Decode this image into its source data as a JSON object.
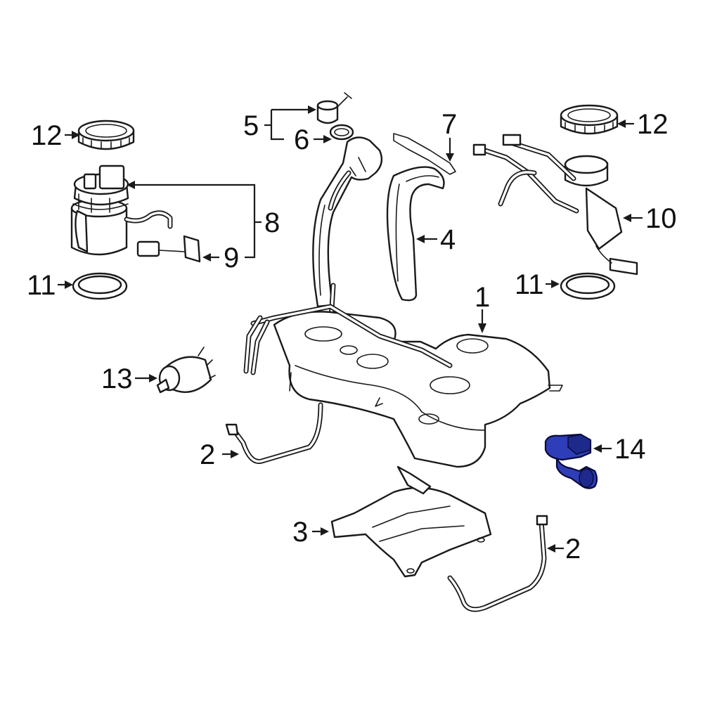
{
  "diagram": {
    "highlight_color": "#2e3db8",
    "line_color": "#1a1a1a",
    "callouts": [
      {
        "id": "c1",
        "label": "1"
      },
      {
        "id": "c2a",
        "label": "2"
      },
      {
        "id": "c2b",
        "label": "2"
      },
      {
        "id": "c3",
        "label": "3"
      },
      {
        "id": "c4",
        "label": "4"
      },
      {
        "id": "c5",
        "label": "5"
      },
      {
        "id": "c6",
        "label": "6"
      },
      {
        "id": "c7",
        "label": "7"
      },
      {
        "id": "c8",
        "label": "8"
      },
      {
        "id": "c9",
        "label": "9"
      },
      {
        "id": "c10",
        "label": "10"
      },
      {
        "id": "c11a",
        "label": "11"
      },
      {
        "id": "c11b",
        "label": "11"
      },
      {
        "id": "c12a",
        "label": "12"
      },
      {
        "id": "c12b",
        "label": "12"
      },
      {
        "id": "c13",
        "label": "13"
      },
      {
        "id": "c14",
        "label": "14"
      }
    ]
  }
}
